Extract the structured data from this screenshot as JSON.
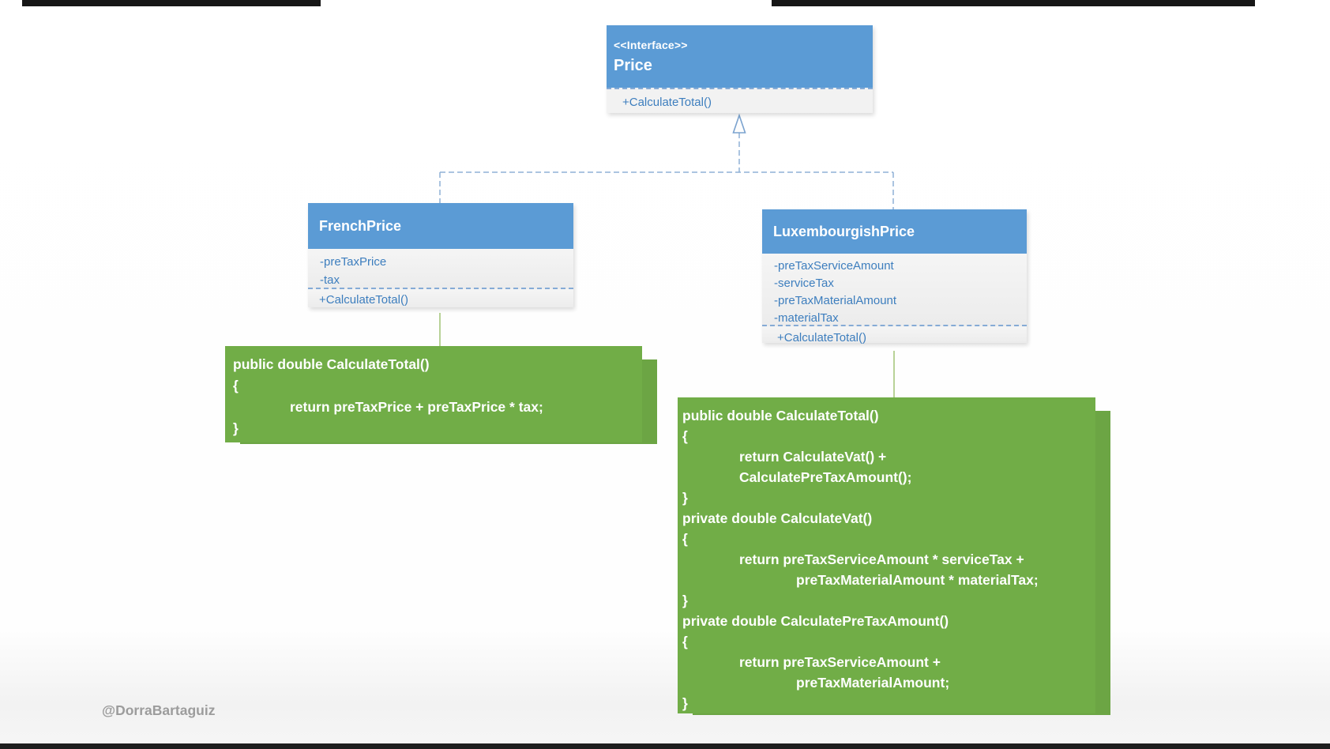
{
  "watermark": "@DorraBartaguiz",
  "interface": {
    "stereotype": "<<Interface>>",
    "name": "Price",
    "methods": [
      "+CalculateTotal()"
    ]
  },
  "classes": [
    {
      "name": "FrenchPrice",
      "attributes": [
        "-preTaxPrice",
        "-tax"
      ],
      "methods": [
        "+CalculateTotal()"
      ]
    },
    {
      "name": "LuxembourgishPrice",
      "attributes": [
        "-preTaxServiceAmount",
        "-serviceTax",
        "-preTaxMaterialAmount",
        "-materialTax"
      ],
      "methods": [
        "+CalculateTotal()"
      ]
    }
  ],
  "code_boxes": [
    {
      "lines": [
        "public double CalculateTotal()",
        "{",
        "\treturn preTaxPrice + preTaxPrice * tax;",
        "}"
      ]
    },
    {
      "lines": [
        "public double CalculateTotal()",
        "{",
        "\treturn CalculateVat() +",
        "\tCalculatePreTaxAmount();",
        "}",
        "private double CalculateVat()",
        "{",
        "\treturn preTaxServiceAmount * serviceTax +",
        "\t\tpreTaxMaterialAmount * materialTax;",
        "}",
        "private double CalculatePreTaxAmount()",
        "{",
        "\treturn preTaxServiceAmount +",
        "\t\tpreTaxMaterialAmount;",
        "}"
      ]
    }
  ],
  "colors": {
    "header_blue": "#5b9bd5",
    "member_text_blue": "#3d7ebe",
    "code_green": "#71ad47",
    "connector_blue": "#8fb0d5",
    "connector_green": "#a6c77d",
    "watermark_gray": "#9c9c9c",
    "frame_dark": "#1a1a1a"
  }
}
